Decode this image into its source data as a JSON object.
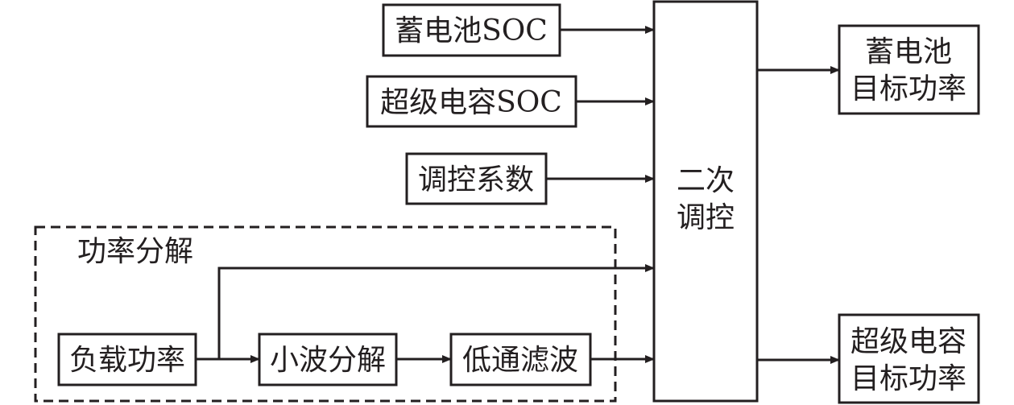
{
  "diagram": {
    "inputs": {
      "battery_soc": "蓄电池SOC",
      "supercap_soc": "超级电容SOC",
      "control_coef": "调控系数"
    },
    "power_decomposition": {
      "group_label": "功率分解",
      "load_power": "负载功率",
      "wavelet": "小波分解",
      "lowpass": "低通滤波"
    },
    "secondary_control": [
      "二次",
      "调控"
    ],
    "outputs": {
      "battery_target": [
        "蓄电池",
        "目标功率"
      ],
      "supercap_target": [
        "超级电容",
        "目标功率"
      ]
    },
    "colors": {
      "stroke": "#231f20",
      "background": "#ffffff"
    }
  }
}
